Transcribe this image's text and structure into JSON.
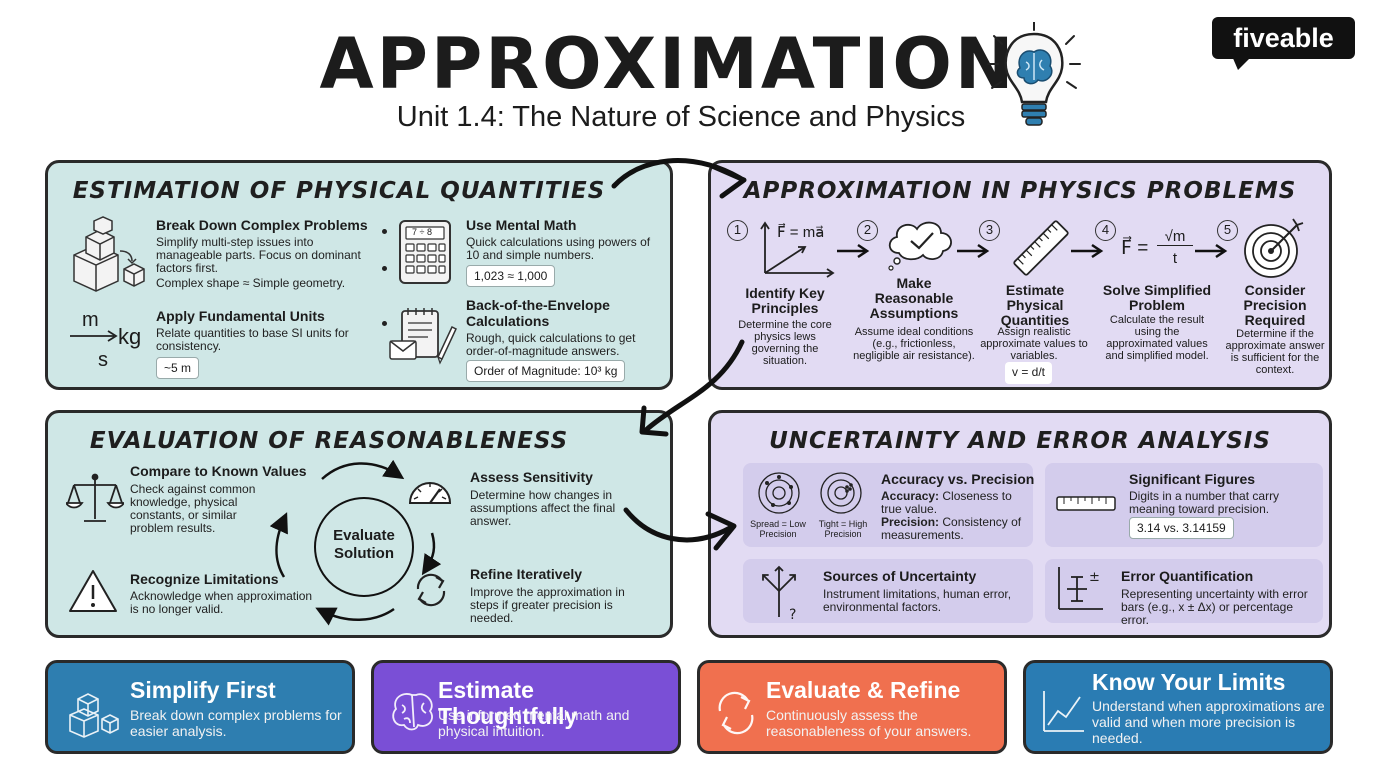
{
  "header": {
    "title": "APPROXIMATION",
    "subtitle": "Unit 1.4: The Nature of Science and Physics",
    "logo": "fiveable"
  },
  "estimation": {
    "title": "ESTIMATION OF PHYSICAL QUANTITIES",
    "break_down": {
      "heading": "Break Down Complex Problems",
      "text": "Simplify multi-step issues into manageable parts. Focus on dominant factors first.",
      "example": "Complex shape ≈ Simple geometry."
    },
    "mental_math": {
      "heading": "Use Mental Math",
      "text": "Quick calculations using powers of 10 and simple numbers.",
      "example": "1,023 ≈ 1,000",
      "calculator_display": "7 ÷ 8"
    },
    "fundamental_units": {
      "heading": "Apply Fundamental Units",
      "text": "Relate quantities to base SI units for consistency.",
      "example": "~5 m",
      "icon_m": "m",
      "icon_s": "s",
      "icon_kg": "kg"
    },
    "envelope": {
      "heading": "Back-of-the-Envelope Calculations",
      "text": "Rough, quick calculations to get order-of-magnitude answers.",
      "example": "Order of Magnitude: 10³ kg"
    }
  },
  "problems": {
    "title": "APPROXIMATION IN PHYSICS PROBLEMS",
    "steps": [
      {
        "num": "1",
        "heading": "Identify Key Principles",
        "text": "Determine the core physics lews governing the situation.",
        "formula": "F⃗ = ma⃗"
      },
      {
        "num": "2",
        "heading": "Make Reasonable Assumptions",
        "text": "Assume ideal conditions (e.g., frictionless, negligible air resistance)."
      },
      {
        "num": "3",
        "heading": "Estimate Physical Quantities",
        "text": "Assign realistic approximate values to variables.",
        "example": "v = d/t"
      },
      {
        "num": "4",
        "heading": "Solve Simplified Problem",
        "text": "Calculate the result using the approximated values and simplified model.",
        "formula_lhs": "F⃗ =",
        "formula_num": "√m",
        "formula_den": "t"
      },
      {
        "num": "5",
        "heading": "Consider Precision Required",
        "text": "Determine if the approximate answer is sufficient for the context."
      }
    ]
  },
  "reasonableness": {
    "title": "EVALUATION OF REASONABLENESS",
    "center": "Evaluate Solution",
    "compare": {
      "heading": "Compare to Known Values",
      "text": "Check against common knowledge, physical constants, or similar problem results."
    },
    "sensitivity": {
      "heading": "Assess Sensitivity",
      "text": "Determine how changes in assumptions affect the final answer."
    },
    "limitations": {
      "heading": "Recognize Limitations",
      "text": "Acknowledge when approximation is no longer valid."
    },
    "refine": {
      "heading": "Refine Iteratively",
      "text": "Improve the approximation in steps if greater precision is needed."
    }
  },
  "uncertainty": {
    "title": "UNCERTAINTY AND ERROR ANALYSIS",
    "accuracy": {
      "heading": "Accuracy vs. Precision",
      "accuracy_label": "Accuracy:",
      "accuracy_text": "Closeness to true value.",
      "precision_label": "Precision:",
      "precision_text": "Consistency of measurements.",
      "target1_caption": "Spread = Low Precision",
      "target2_caption": "Tight = High Precision"
    },
    "sig_figs": {
      "heading": "Significant Figures",
      "text": "Digits in a number that carry meaning toward precision.",
      "example": "3.14 vs. 3.14159"
    },
    "sources": {
      "heading": "Sources of Uncertainty",
      "text": "Instrument limitations, human error, environmental factors."
    },
    "quantification": {
      "heading": "Error Quantification",
      "text": "Representing uncertainty with error bars (e.g., x ± Δx) or percentage error."
    }
  },
  "bottom": [
    {
      "heading": "Simplify First",
      "text": "Break down complex problems for easier analysis.",
      "color": "#2e7eb0"
    },
    {
      "heading": "Estimate Thoughtfully",
      "text": "Use informed mental math and physical intuition.",
      "color": "#7a4fd6"
    },
    {
      "heading": "Evaluate & Refine",
      "text": "Continuously assess the reasonableness of your answers.",
      "color": "#f0704f"
    },
    {
      "heading": "Know Your Limits",
      "text": "Understand when approximations are valid and when more precision is needed.",
      "color": "#2a7cb3"
    }
  ]
}
